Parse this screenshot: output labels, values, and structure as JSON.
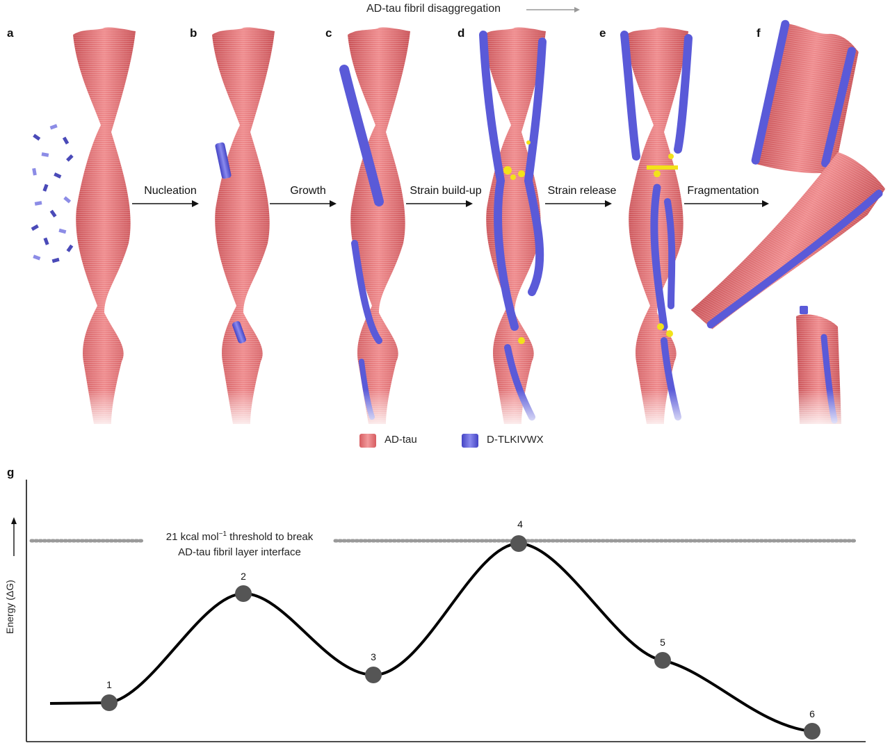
{
  "header": {
    "title": "AD-tau fibril disaggregation"
  },
  "panels": {
    "a": "a",
    "b": "b",
    "c": "c",
    "d": "d",
    "e": "e",
    "f": "f",
    "g": "g"
  },
  "steps": [
    {
      "label": "Nucleation"
    },
    {
      "label": "Growth"
    },
    {
      "label": "Strain build-up"
    },
    {
      "label": "Strain release"
    },
    {
      "label": "Fragmentation"
    }
  ],
  "legend": {
    "items": [
      {
        "label": "AD-tau",
        "color": "#e8777a"
      },
      {
        "label": "D-TLKIVWX",
        "color": "#5a5ad8"
      }
    ]
  },
  "energy": {
    "ylabel": "Energy (ΔG)",
    "threshold_line1": "21 kcal mol",
    "threshold_sup": "−1",
    "threshold_line1_rest": " threshold to break",
    "threshold_line2": "AD-tau fibril layer interface",
    "nodes": [
      {
        "label": "1"
      },
      {
        "label": "2"
      },
      {
        "label": "3"
      },
      {
        "label": "4"
      },
      {
        "label": "5"
      },
      {
        "label": "6"
      }
    ]
  },
  "colors": {
    "fibril": "#e8777a",
    "fibril_dark": "#b8454b",
    "peptide": "#5a5ad8",
    "peptide_light": "#9a9aef",
    "strain": "#f2e21a",
    "node": "#555555"
  }
}
